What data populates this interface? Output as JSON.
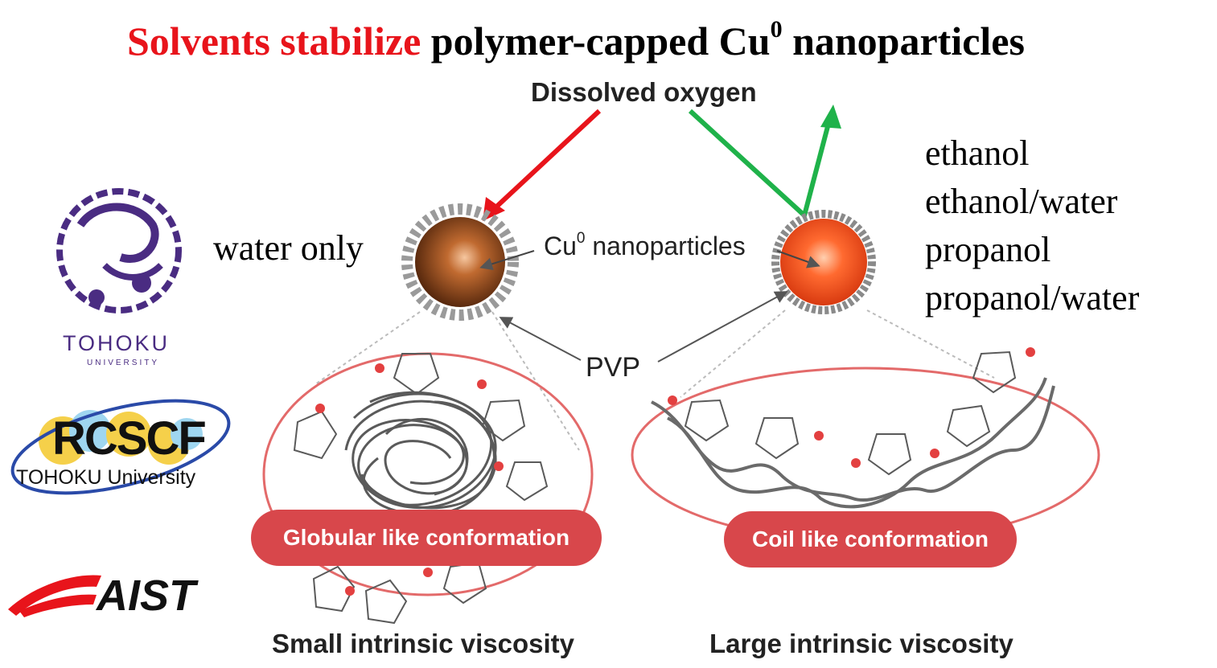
{
  "title": {
    "part_red": "Solvents stabilize",
    "part_black": "polymer-capped Cu",
    "sup": "0",
    "part_end": "nanoparticles"
  },
  "labels": {
    "dissolved_oxygen": "Dissolved oxygen",
    "water_only": "water only",
    "cu_nanoparticles_prefix": "Cu",
    "cu_nanoparticles_sup": "0",
    "cu_nanoparticles_suffix": "nanoparticles",
    "pvp": "PVP",
    "globular": "Globular like conformation",
    "coil": "Coil like conformation",
    "small_viscosity": "Small intrinsic viscosity",
    "large_viscosity": "Large intrinsic viscosity"
  },
  "solvents": [
    "ethanol",
    "ethanol/water",
    "propanol",
    "propanol/water"
  ],
  "logos": {
    "tohoku": "TOHOKU",
    "tohoku_sub": "UNIVERSITY",
    "rcscf": "RCSCF",
    "rcscf_sub": "TOHOKU University",
    "aist": "AIST"
  },
  "colors": {
    "title_red": "#e8141b",
    "arrow_red": "#e8141b",
    "arrow_green": "#1fb24a",
    "pill": "#d8474b",
    "ellipse": "#e36a6a",
    "np_left": "#7a3a12",
    "np_right": "#f04a18",
    "tohoku_purple": "#4a2c82"
  }
}
